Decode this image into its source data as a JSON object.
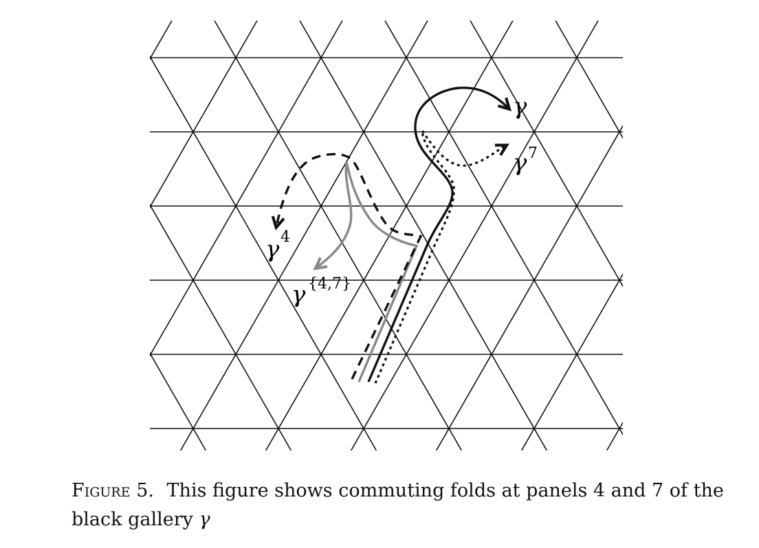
{
  "figure": {
    "labels": {
      "gamma": "γ",
      "gamma_7_base": "γ",
      "gamma_7_sup": "7",
      "gamma_4_base": "γ",
      "gamma_4_sup": "4",
      "gamma_47_base": "γ",
      "gamma_47_sup": "{4,7}"
    }
  },
  "caption": {
    "lead": "Figure 5.",
    "text": "This figure shows commuting folds at panels 4 and 7 of the black gallery",
    "symbol": "γ"
  }
}
